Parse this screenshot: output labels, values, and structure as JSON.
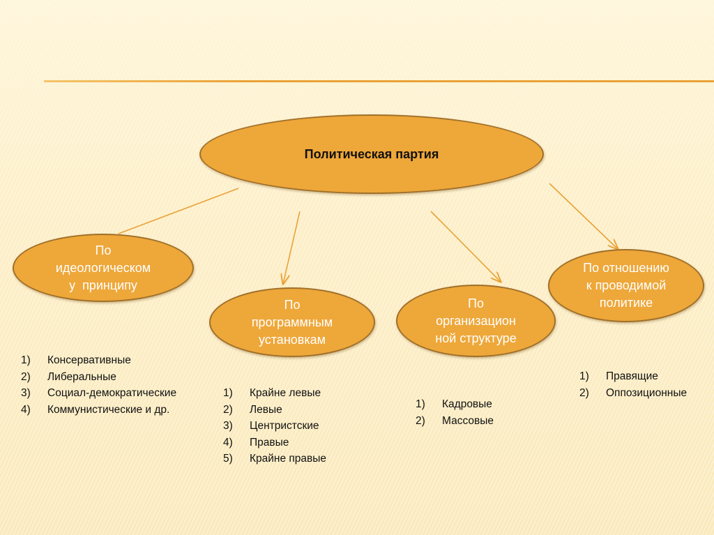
{
  "root": {
    "label": "Политическая партия"
  },
  "categories": [
    {
      "label_lines": [
        "По",
        "идеологическом",
        "у  принципу"
      ],
      "items": [
        "Консервативные",
        "Либеральные",
        "Социал-демократические",
        "Коммунистические и др."
      ]
    },
    {
      "label_lines": [
        "По",
        "программным",
        "установкам"
      ],
      "items": [
        "Крайне левые",
        "Левые",
        "Центристские",
        "Правые",
        "Крайне правые"
      ]
    },
    {
      "label_lines": [
        "По",
        "организацион",
        "ной структуре"
      ],
      "items": [
        "Кадровые",
        "Массовые"
      ]
    },
    {
      "label_lines": [
        "По отношению",
        "к проводимой",
        "политике"
      ],
      "items": [
        "Правящие",
        "Оппозиционные"
      ]
    }
  ],
  "colors": {
    "node_fill": "#eea739",
    "node_border": "#a0702a",
    "arrow": "#e9a237"
  }
}
